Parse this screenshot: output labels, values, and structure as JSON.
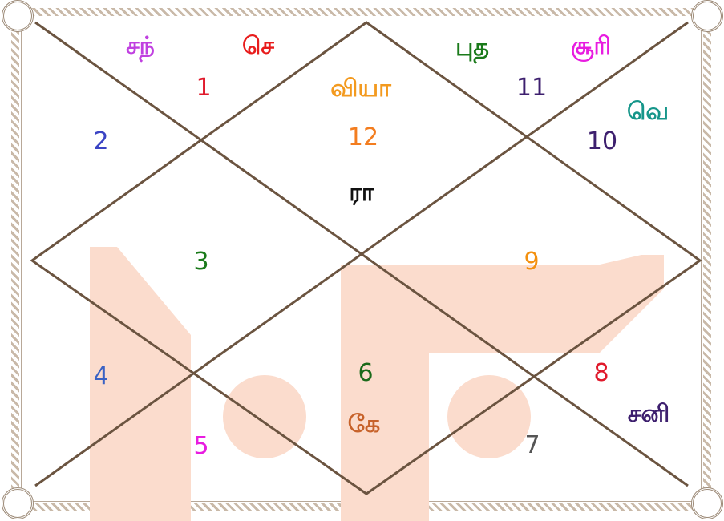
{
  "chart": {
    "houses": [
      {
        "number": "1",
        "color": "#e0192b"
      },
      {
        "number": "2",
        "color": "#3b44c4"
      },
      {
        "number": "3",
        "color": "#1a7a1a"
      },
      {
        "number": "4",
        "color": "#3a62c4"
      },
      {
        "number": "5",
        "color": "#e81ce0"
      },
      {
        "number": "6",
        "color": "#1a6a1a"
      },
      {
        "number": "7",
        "color": "#555555"
      },
      {
        "number": "8",
        "color": "#e0192b"
      },
      {
        "number": "9",
        "color": "#f3900f"
      },
      {
        "number": "10",
        "color": "#3d1f6e"
      },
      {
        "number": "11",
        "color": "#3d1f6e"
      },
      {
        "number": "12",
        "color": "#f37d1f"
      }
    ],
    "planets": [
      {
        "label": "சந்",
        "color": "#c040e0"
      },
      {
        "label": "செ",
        "color": "#e81c1c"
      },
      {
        "label": "வியா",
        "color": "#f39a1f"
      },
      {
        "label": "புத",
        "color": "#1a7a1a"
      },
      {
        "label": "சூரி",
        "color": "#e81ce0"
      },
      {
        "label": "வெ",
        "color": "#16968a"
      },
      {
        "label": "ரா",
        "color": "#111111"
      },
      {
        "label": "கே",
        "color": "#c7622a"
      },
      {
        "label": "சனி",
        "color": "#3d1f6e"
      }
    ]
  },
  "colors": {
    "lines": "#6b5440",
    "watermark": "#fbdccd"
  }
}
